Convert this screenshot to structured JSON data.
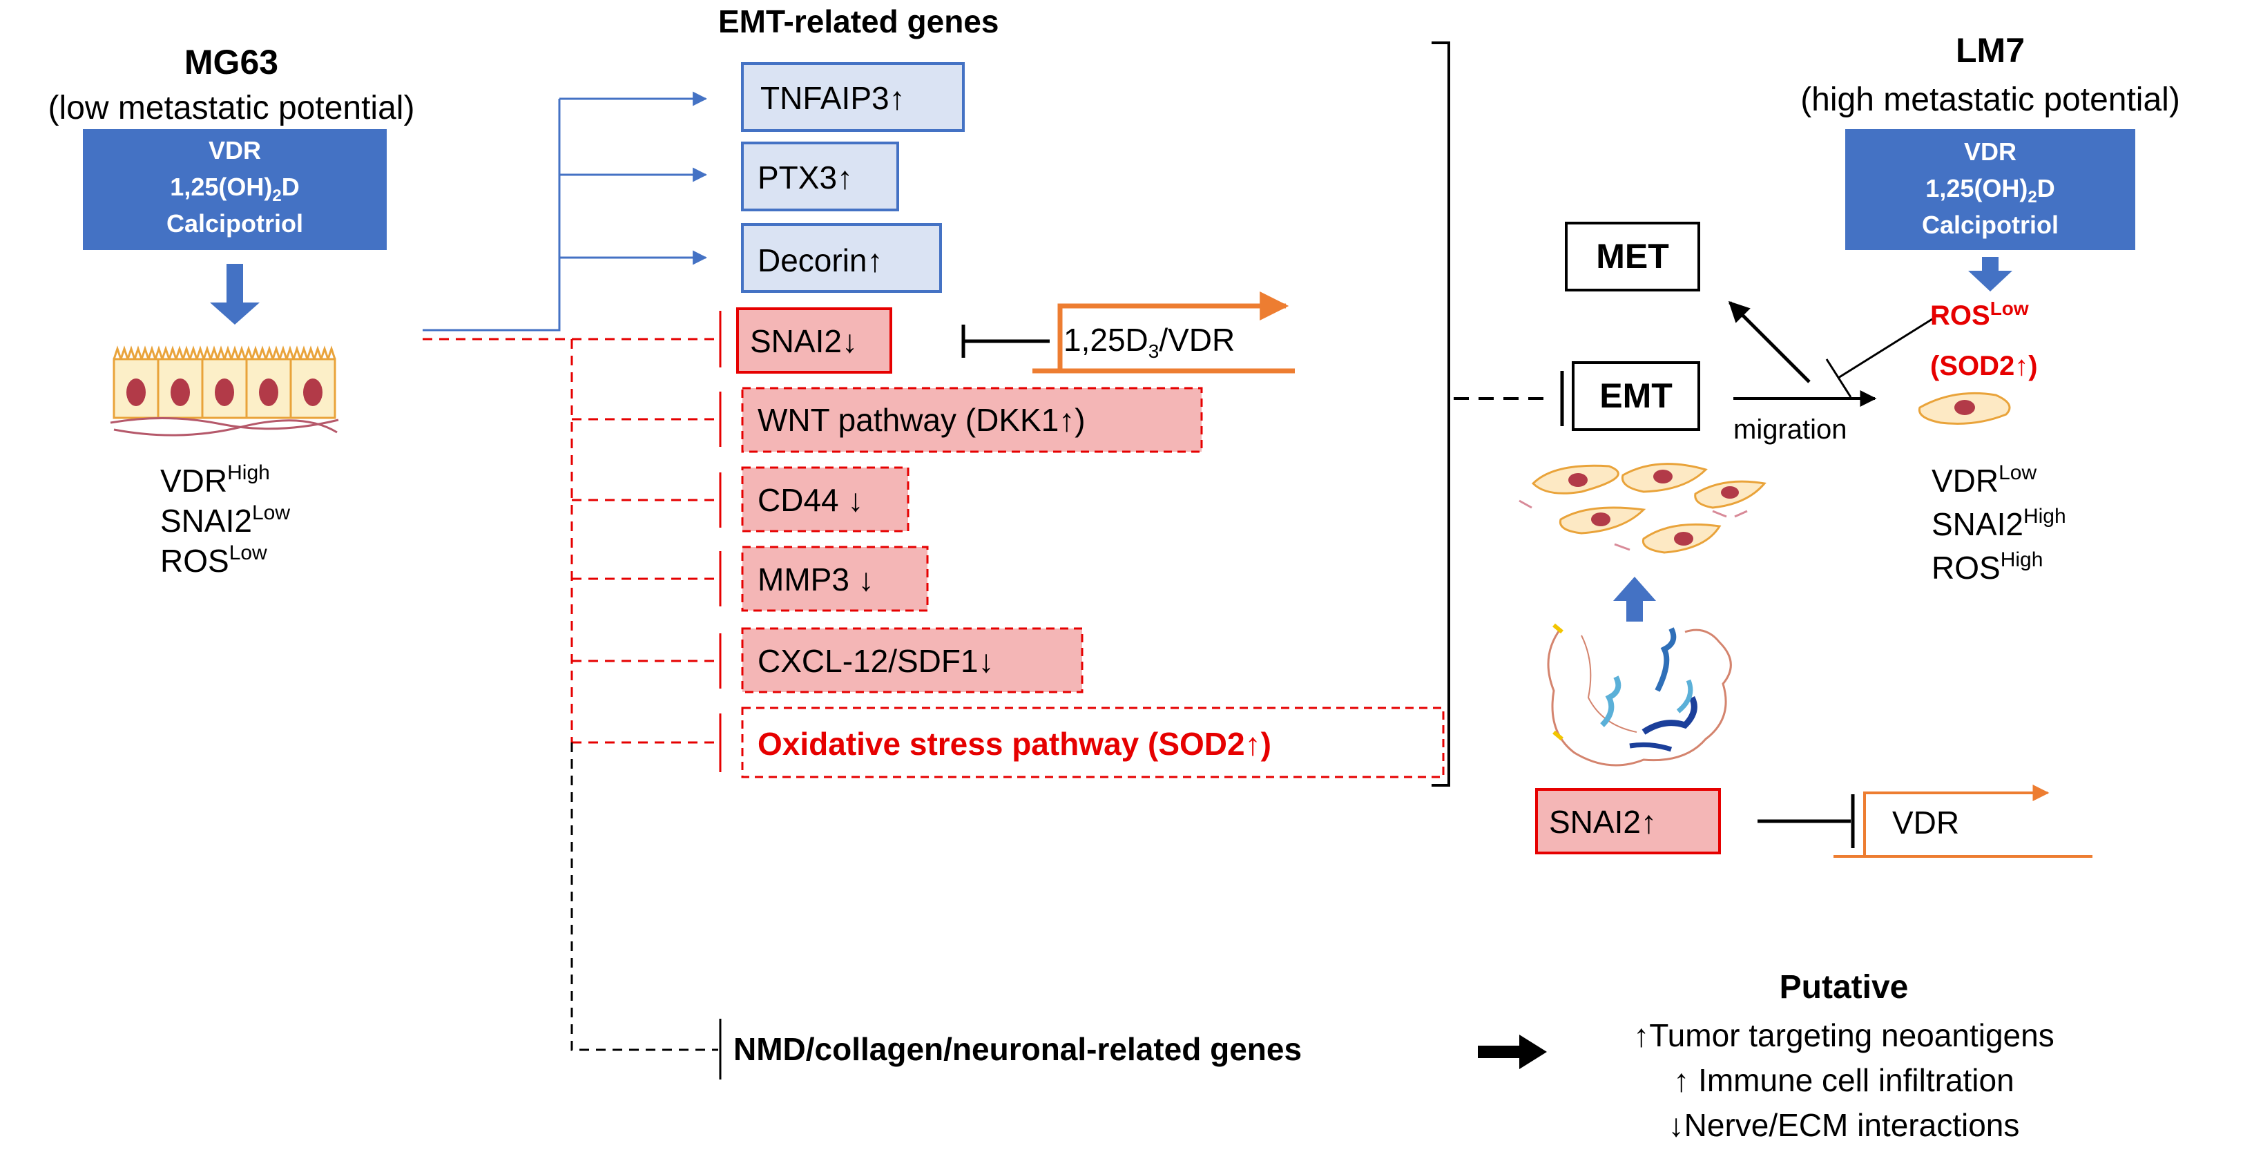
{
  "left_panel": {
    "cell_line": "MG63",
    "potential": "(low metastatic potential)",
    "treatment_box": {
      "line1": "VDR",
      "line2_main": "1,25(OH)",
      "line2_sub": "2",
      "line2_end": "D",
      "line3": "Calcipotriol"
    },
    "markers": [
      {
        "name": "VDR",
        "level": "High"
      },
      {
        "name": "SNAI2",
        "level": "Low"
      },
      {
        "name": "ROS",
        "level": "Low"
      }
    ]
  },
  "genes_panel": {
    "title": "EMT-related genes",
    "up_genes": [
      "TNFAIP3↑",
      "PTX3↑",
      "Decorin↑"
    ],
    "down_genes": [
      "SNAI2↓",
      "WNT pathway (DKK1↑)",
      "CD44 ↓",
      "MMP3 ↓",
      "CXCL-12/SDF1↓"
    ],
    "oxidative": "Oxidative stress pathway (SOD2↑)",
    "promoter_main": "1,25D",
    "promoter_sub": "3",
    "promoter_end": "/VDR",
    "nmd": "NMD/collagen/neuronal-related genes"
  },
  "emt_panel": {
    "met": "MET",
    "emt": "EMT",
    "migration": "migration",
    "snai2": "SNAI2↑",
    "vdr_promoter": "VDR"
  },
  "right_panel": {
    "cell_line": "LM7",
    "potential": "(high metastatic potential)",
    "treatment_box": {
      "line1": "VDR",
      "line2_main": "1,25(OH)",
      "line2_sub": "2",
      "line2_end": "D",
      "line3": "Calcipotriol"
    },
    "ros_main": "ROS",
    "ros_sup": "Low",
    "sod2": "(SOD2↑)",
    "markers": [
      {
        "name": "VDR",
        "level": "Low"
      },
      {
        "name": "SNAI2",
        "level": "High"
      },
      {
        "name": "ROS",
        "level": "High"
      }
    ]
  },
  "putative": {
    "title": "Putative",
    "items": [
      "↑Tumor targeting neoantigens",
      "↑ Immune cell infiltration",
      "↓Nerve/ECM interactions"
    ]
  },
  "colors": {
    "blue_box": "#4472c4",
    "light_blue": "#dae3f3",
    "light_red": "#f4b6b6",
    "red": "#e60000",
    "orange": "#ed7d31"
  }
}
